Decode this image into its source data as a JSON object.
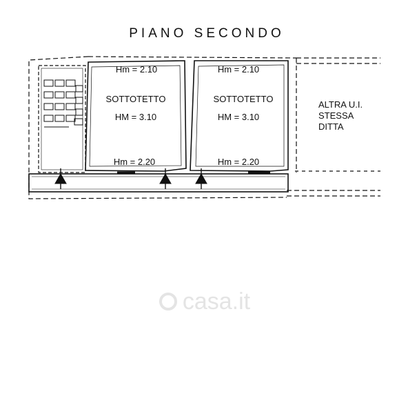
{
  "title": "PIANO SECONDO",
  "rooms": [
    {
      "name": "SOTTOTETTO",
      "hm_top": "Hm = 2.10",
      "hm_mid": "HM = 3.10",
      "hm_bottom": "Hm = 2.20"
    },
    {
      "name": "SOTTOTETTO",
      "hm_top": "Hm = 2.10",
      "hm_mid": "HM = 3.10",
      "hm_bottom": "Hm = 2.20"
    }
  ],
  "other_unit": {
    "line1": "ALTRA U.I.",
    "line2": "STESSA",
    "line3": "DITTA"
  },
  "watermark": "casa.it"
}
